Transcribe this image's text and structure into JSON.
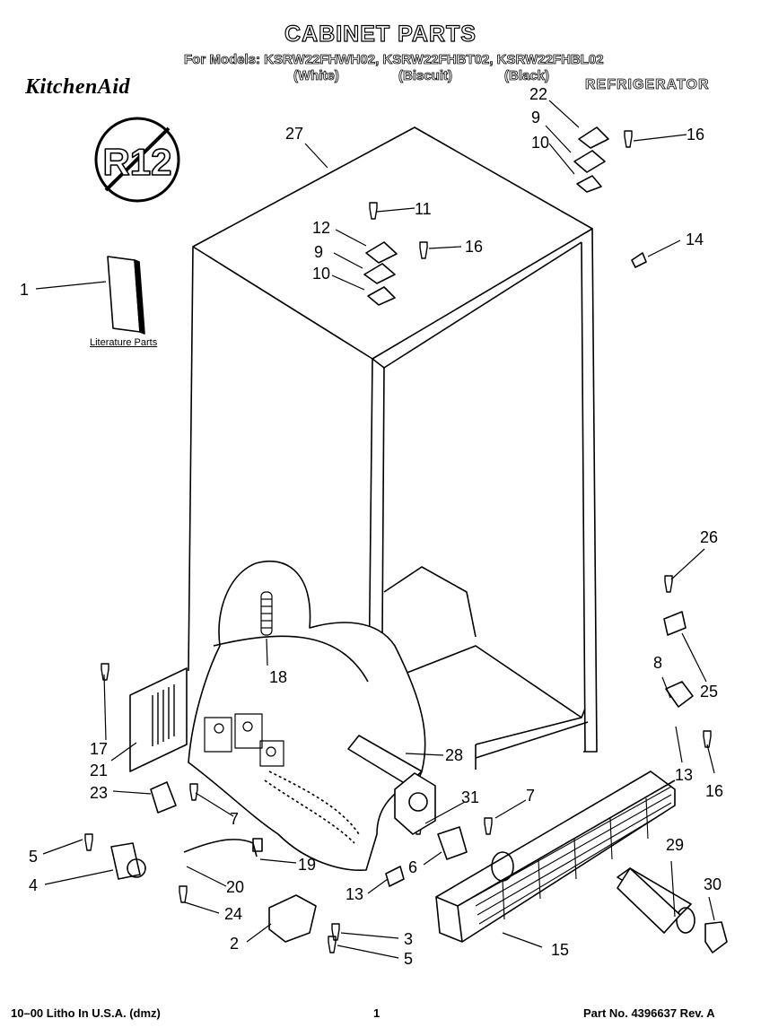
{
  "header": {
    "title": "CABINET PARTS",
    "models_line": "For Models: KSRW22FHWH02, KSRW22FHBT02, KSRW22FHBL02",
    "variants": [
      "(White)",
      "(Biscuit)",
      "(Black)"
    ],
    "brand": "KitchenAid",
    "product": "REFRIGERATOR"
  },
  "badge": {
    "text": "R12",
    "icon": "no-r12-icon"
  },
  "literature_label": "Literature Parts",
  "callouts": [
    "27",
    "22",
    "9",
    "10",
    "16",
    "11",
    "12",
    "9",
    "16",
    "10",
    "14",
    "1",
    "26",
    "25",
    "8",
    "13",
    "16",
    "18",
    "17",
    "21",
    "23",
    "7",
    "28",
    "31",
    "7",
    "29",
    "30",
    "5",
    "4",
    "19",
    "6",
    "20",
    "13",
    "24",
    "2",
    "3",
    "5",
    "15"
  ],
  "footer": {
    "left": "10–00 Litho In U.S.A. (dmz)",
    "center": "1",
    "right": "Part No. 4396637 Rev. A"
  }
}
